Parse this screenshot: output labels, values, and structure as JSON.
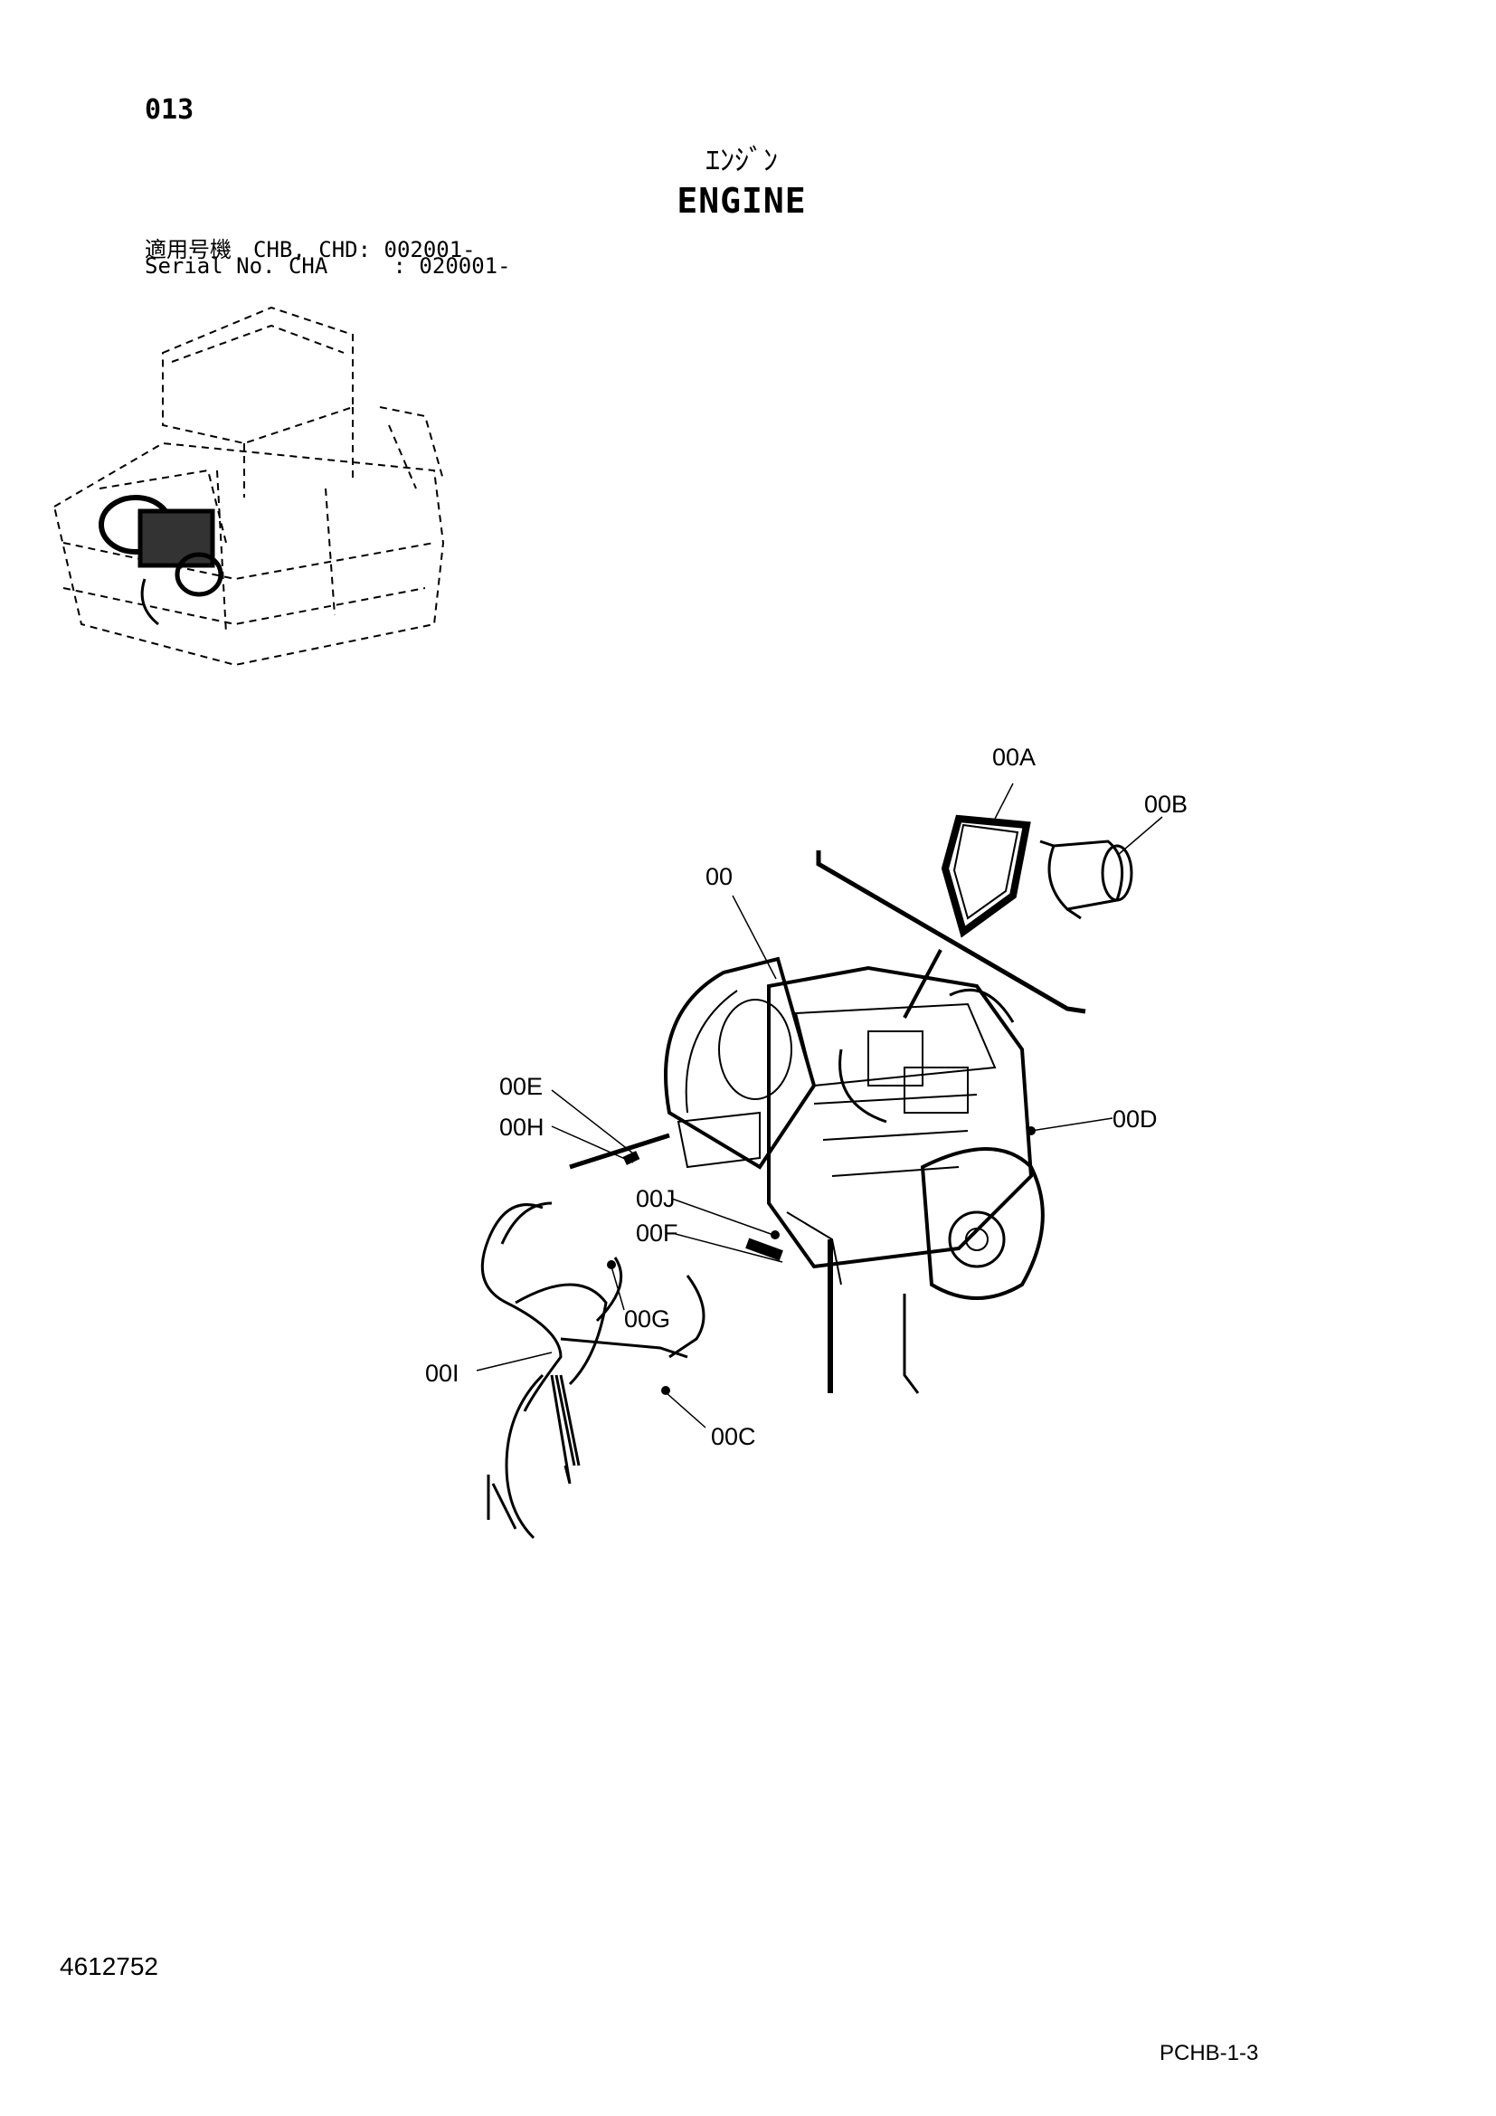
{
  "header": {
    "page_number": "013",
    "title_jp": "ｴﾝｼﾞﾝ",
    "title_en": "ENGINE",
    "serial_line1": "適用号機　CHB, CHD: 002001-",
    "serial_line2": "Serial No. CHA     : 020001-"
  },
  "callouts": [
    {
      "id": "00A",
      "label": "00A"
    },
    {
      "id": "00B",
      "label": "00B"
    },
    {
      "id": "00",
      "label": "00"
    },
    {
      "id": "00E",
      "label": "00E"
    },
    {
      "id": "00H",
      "label": "00H"
    },
    {
      "id": "00D",
      "label": "00D"
    },
    {
      "id": "00J",
      "label": "00J"
    },
    {
      "id": "00F",
      "label": "00F"
    },
    {
      "id": "00G",
      "label": "00G"
    },
    {
      "id": "00I",
      "label": "00I"
    },
    {
      "id": "00C",
      "label": "00C"
    }
  ],
  "footer": {
    "document_number": "4612752",
    "page_code": "PCHB-1-3"
  }
}
